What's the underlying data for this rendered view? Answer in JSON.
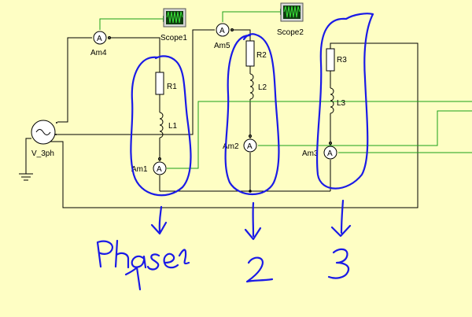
{
  "components": {
    "scope1": "Scope1",
    "scope2": "Scope2",
    "am4": "Am4",
    "am5": "Am5",
    "r1": "R1",
    "l1": "L1",
    "am1": "Am1",
    "r2": "R2",
    "l2": "L2",
    "am2": "Am2",
    "r3": "R3",
    "l3": "L3",
    "am3": "Am3",
    "source": "V_3ph",
    "ammeter_symbol": "A"
  },
  "colors": {
    "background": "#fefec4",
    "wire": "#000000",
    "probe_wire": "#19a019",
    "scope_screen": "#0f3d0f",
    "handwriting": "#1a1ae6"
  }
}
